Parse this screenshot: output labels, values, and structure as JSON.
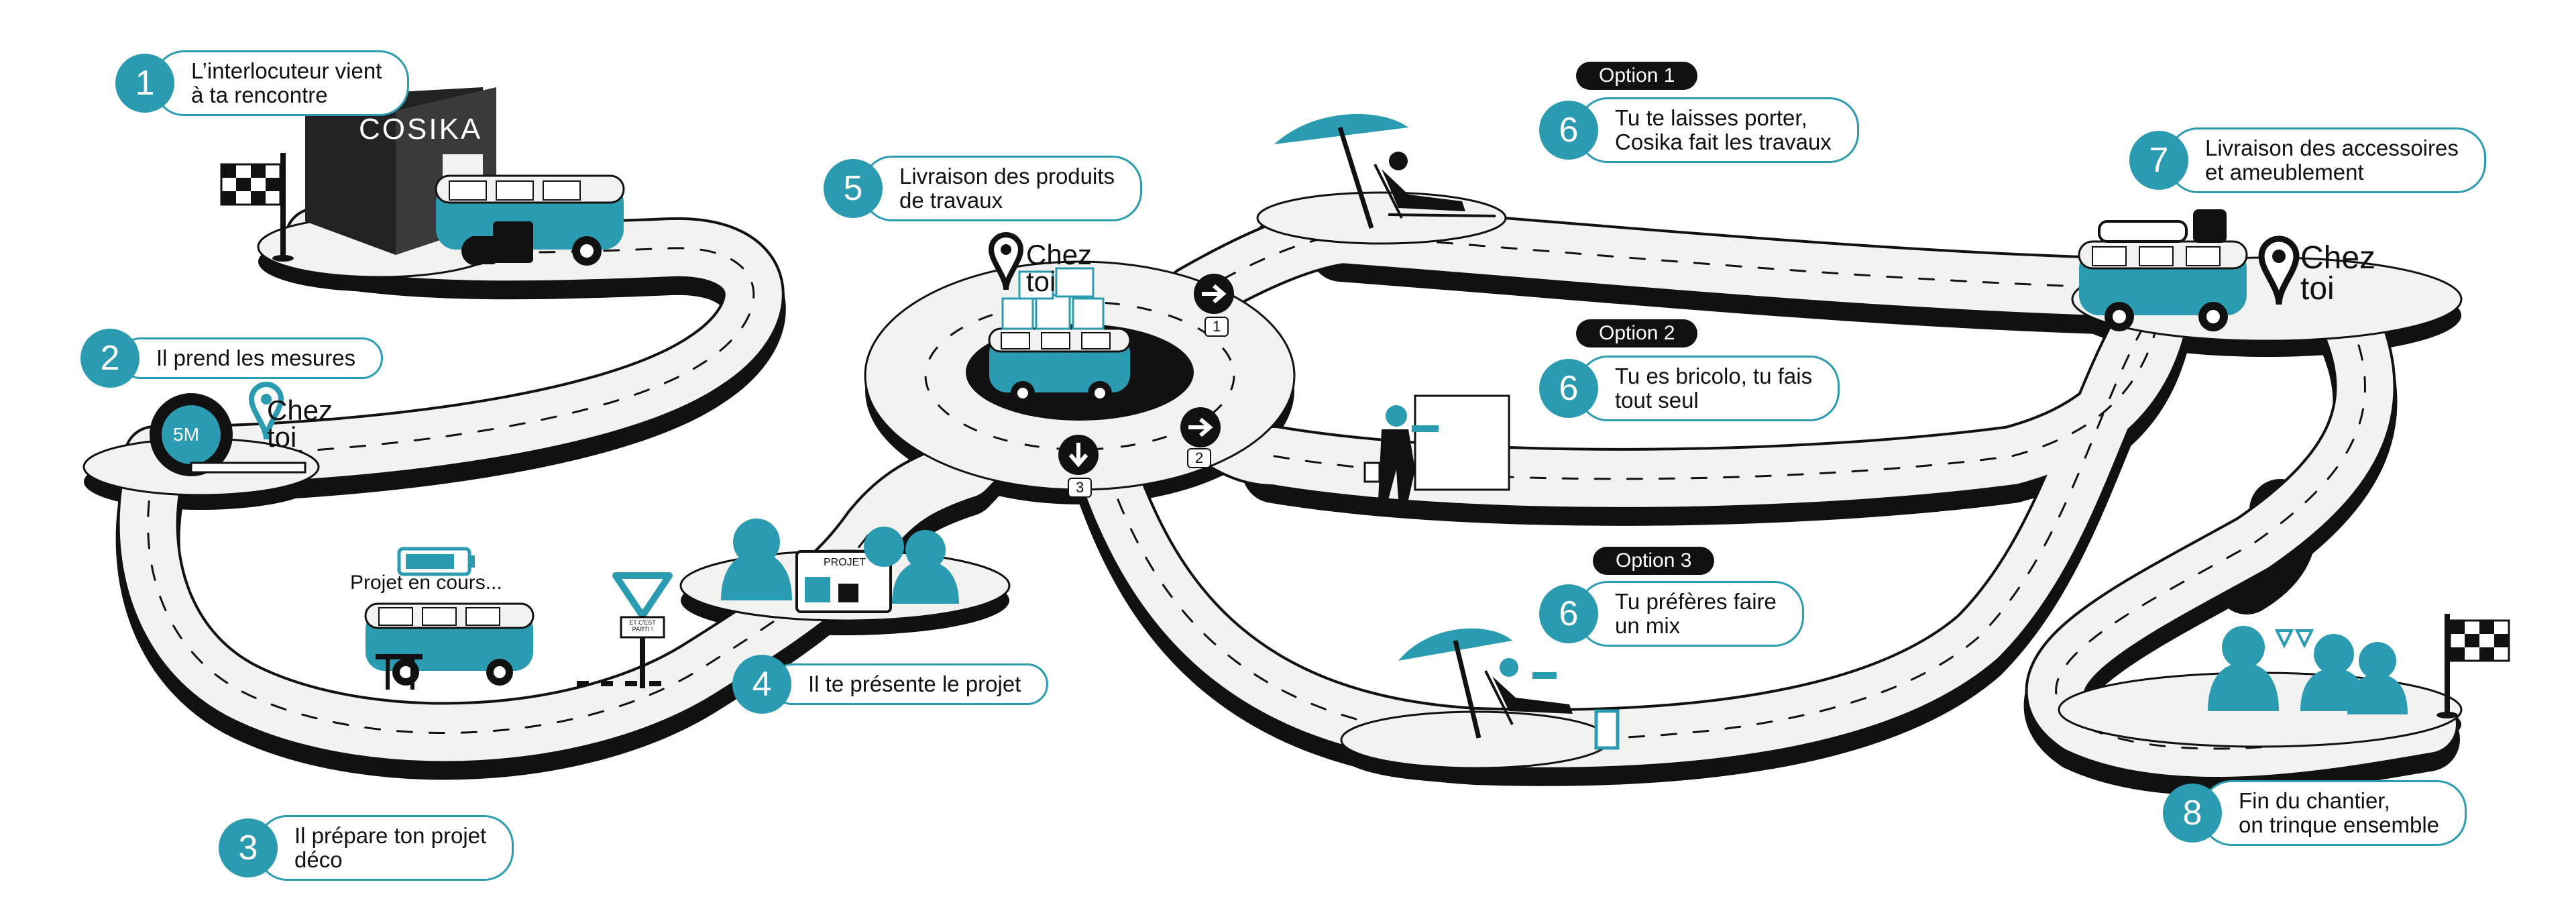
{
  "steps": [
    {
      "num": "1",
      "text": "L’interlocuteur vient\nà ta rencontre"
    },
    {
      "num": "2",
      "text": "Il prend les mesures"
    },
    {
      "num": "3",
      "text": "Il prépare ton projet\ndéco"
    },
    {
      "num": "4",
      "text": "Il te présente le projet"
    },
    {
      "num": "5",
      "text": "Livraison des produits\nde travaux"
    },
    {
      "num": "6",
      "text": "Tu te laisses porter,\nCosika fait les travaux"
    },
    {
      "num": "6",
      "text": "Tu es bricolo, tu fais\ntout seul"
    },
    {
      "num": "6",
      "text": "Tu préfères faire\nun mix"
    },
    {
      "num": "7",
      "text": "Livraison des accessoires\net ameublement"
    },
    {
      "num": "8",
      "text": "Fin du chantier,\non trinque ensemble"
    }
  ],
  "options": [
    "Option 1",
    "Option 2",
    "Option 3"
  ],
  "chez_toi": "Chez\ntoi",
  "project_status": "Projet en cours...",
  "brand": "COSIKA",
  "tape_label": "5M",
  "board_label": "PROJET",
  "sign_text": "ET C'EST\nPARTI !",
  "route_numbers": [
    "1",
    "2",
    "3"
  ],
  "colors": {
    "accent": "#2a9bb0",
    "road": "#f2f2f0",
    "road_edge": "#111111",
    "dark": "#111111"
  }
}
